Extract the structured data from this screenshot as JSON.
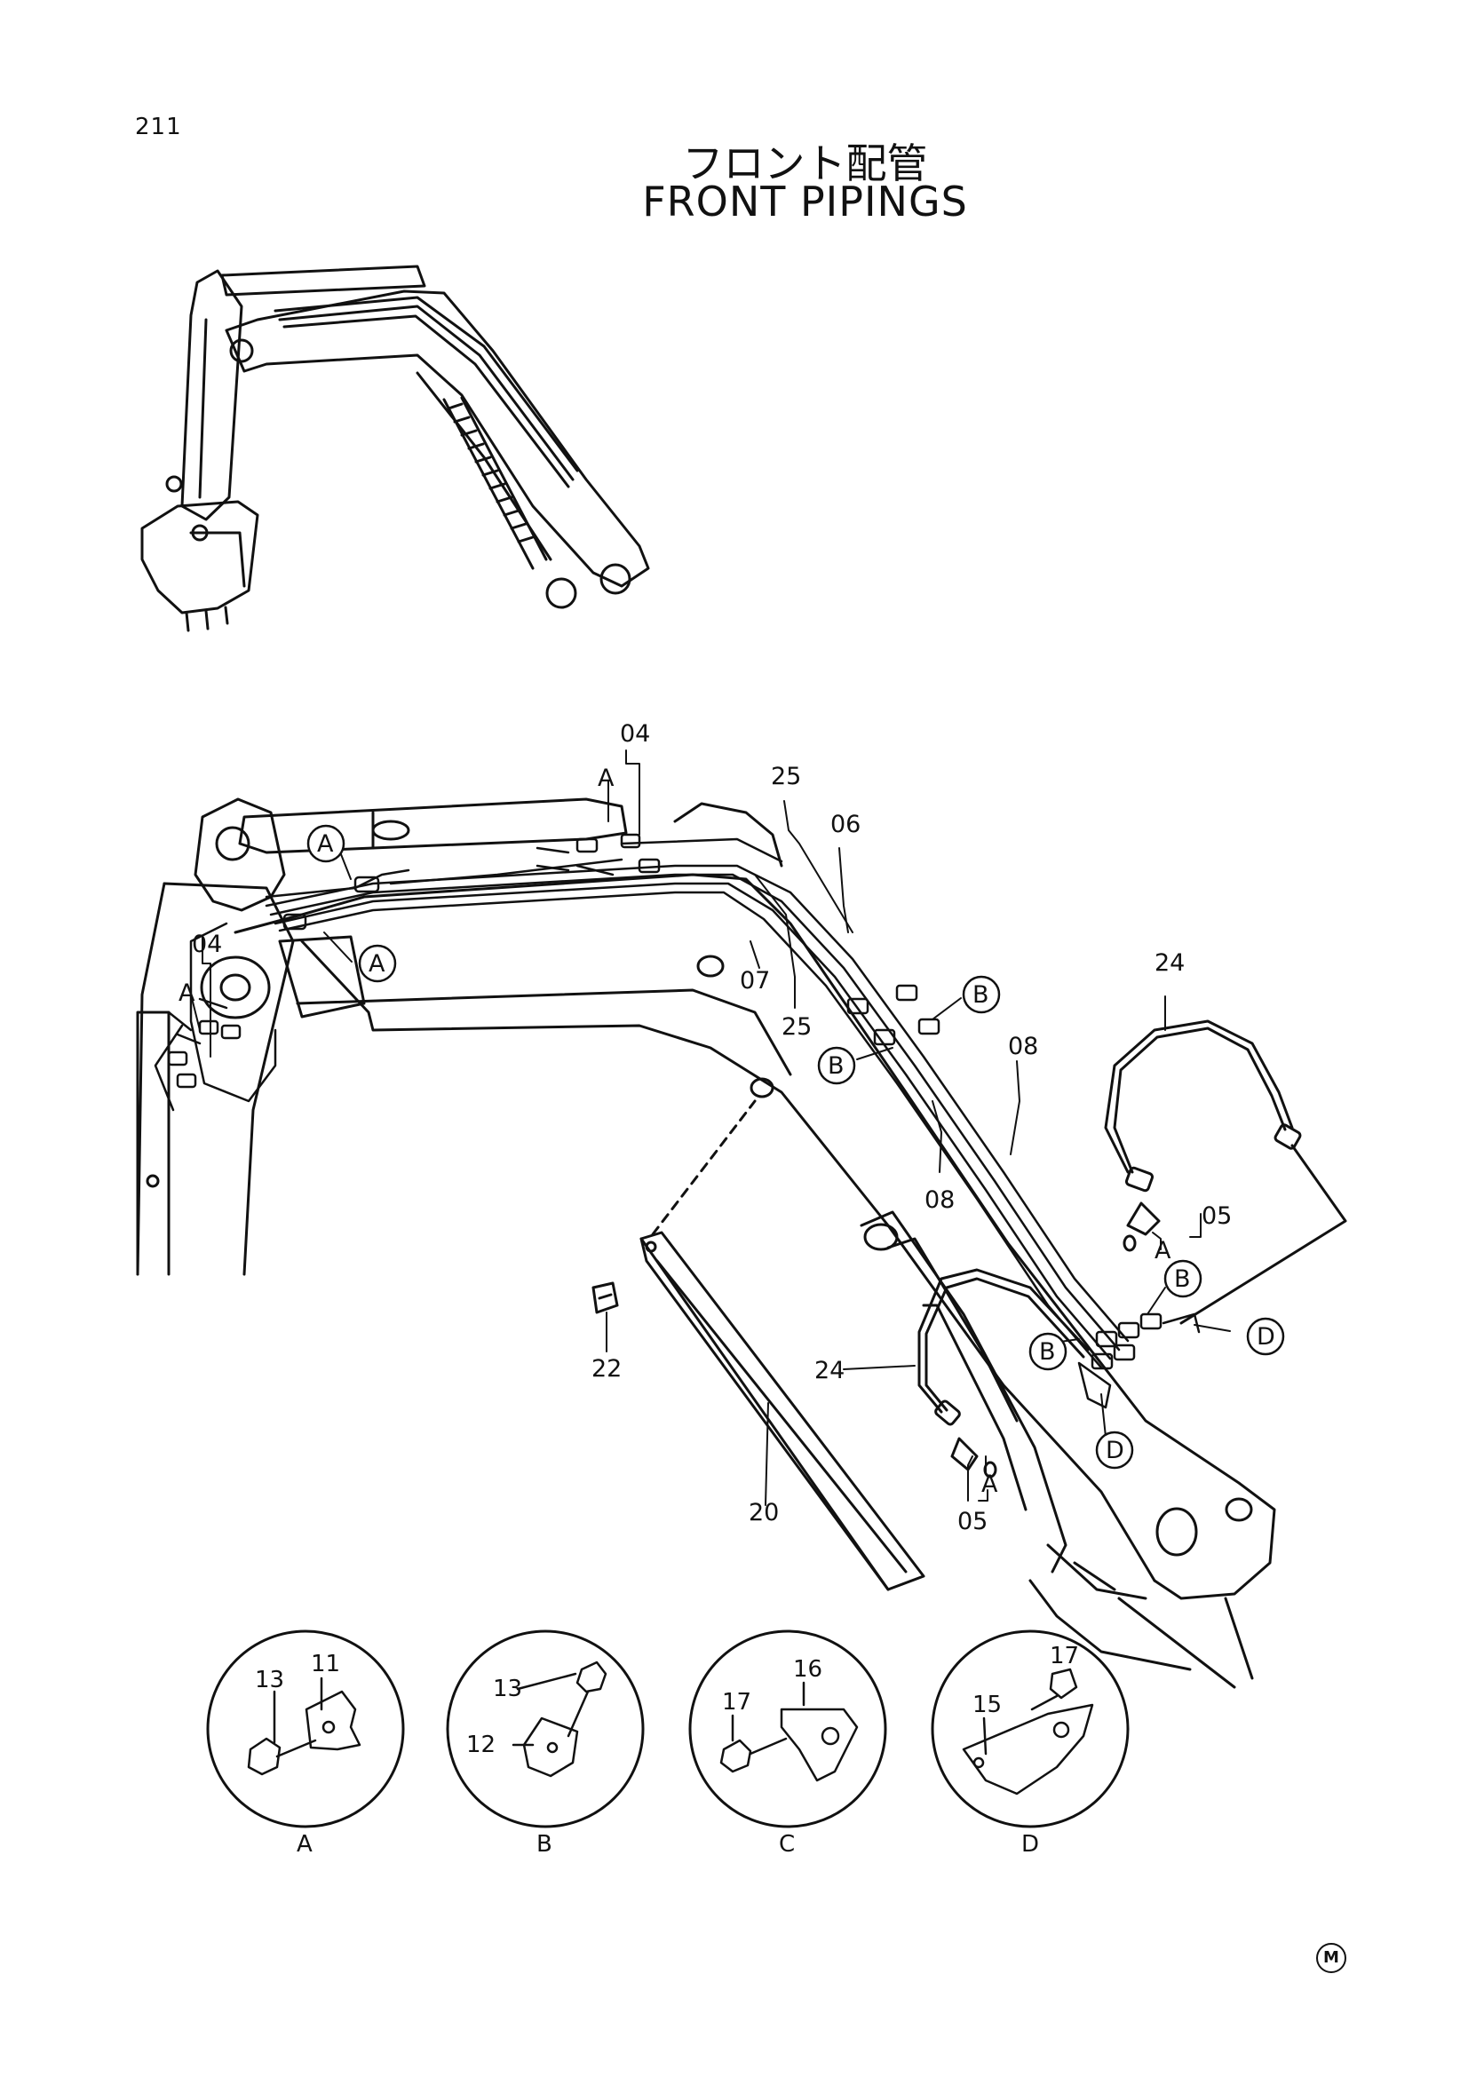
{
  "page": {
    "number": "211"
  },
  "title": {
    "japanese": "フロント配管",
    "english": "FRONT PIPINGS"
  },
  "part_labels": [
    "04",
    "A",
    "25",
    "06",
    "A",
    "A",
    "04",
    "A",
    "07",
    "25",
    "B",
    "B",
    "08",
    "24",
    "08",
    "05",
    "A",
    "B",
    "D",
    "B",
    "D",
    "22",
    "24",
    "20",
    "05",
    "A"
  ],
  "details": [
    {
      "letter": "A",
      "parts": [
        "13",
        "11"
      ]
    },
    {
      "letter": "B",
      "parts": [
        "13",
        "12"
      ]
    },
    {
      "letter": "C",
      "parts": [
        "17",
        "16"
      ]
    },
    {
      "letter": "D",
      "parts": [
        "17",
        "15"
      ]
    }
  ],
  "brand_mark": "M"
}
